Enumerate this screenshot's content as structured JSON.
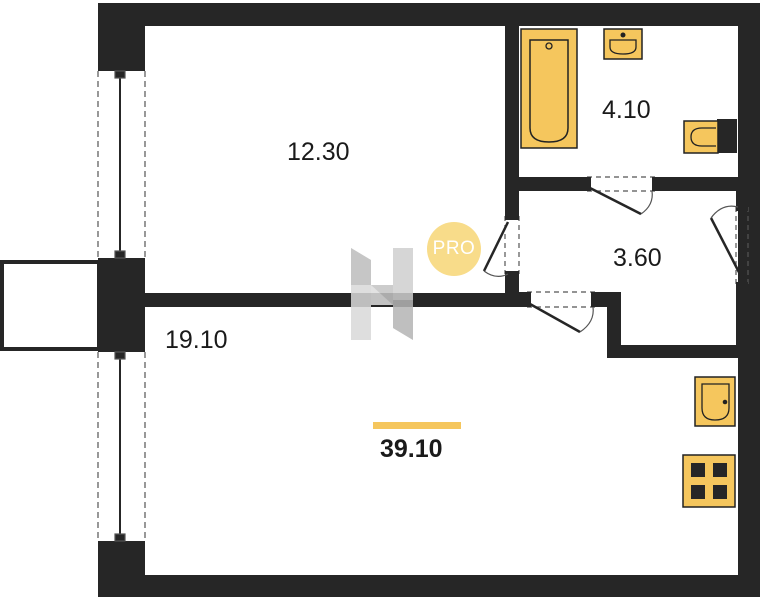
{
  "colors": {
    "wall": "#262626",
    "fixture": "#f5c65d",
    "fixture_stroke": "#222222",
    "door_line": "#555555",
    "badge": "#f8dc8a",
    "total_bar": "#f5c65d",
    "logo": "#cfcfcf"
  },
  "rooms": {
    "room_upper": "12.30",
    "bathroom": "4.10",
    "hallway": "3.60",
    "room_lower": "19.10"
  },
  "total_area": "39.10",
  "badge": "PRO",
  "fixtures": [
    "bathtub-icon",
    "sink-icon",
    "toilet-icon",
    "kitchen-sink-icon",
    "stove-icon"
  ]
}
